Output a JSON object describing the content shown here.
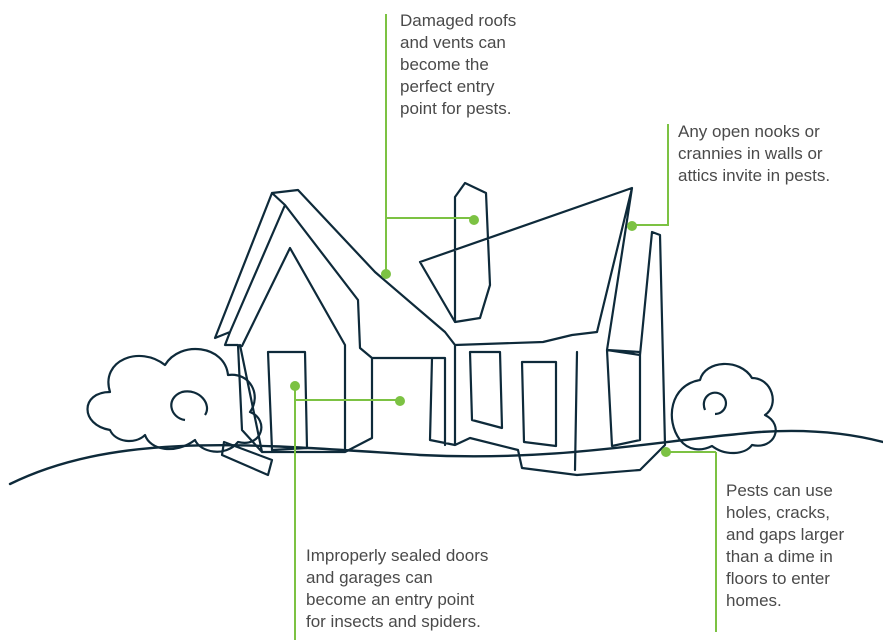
{
  "colors": {
    "outline": "#0e2a3a",
    "accent": "#7cc243",
    "text": "#4a4a4a",
    "background": "#ffffff"
  },
  "callouts": {
    "roof": "Damaged roofs\nand vents can\nbecome the\nperfect entry\npoint for pests.",
    "walls": "Any open nooks or\ncrannies in walls or\nattics invite in pests.",
    "floor": "Pests can use\nholes, cracks,\nand gaps larger\nthan a dime in\nfloors to enter\nhomes.",
    "doors": "Improperly sealed doors\nand garages can\nbecome an entry point\nfor insects and spiders."
  }
}
